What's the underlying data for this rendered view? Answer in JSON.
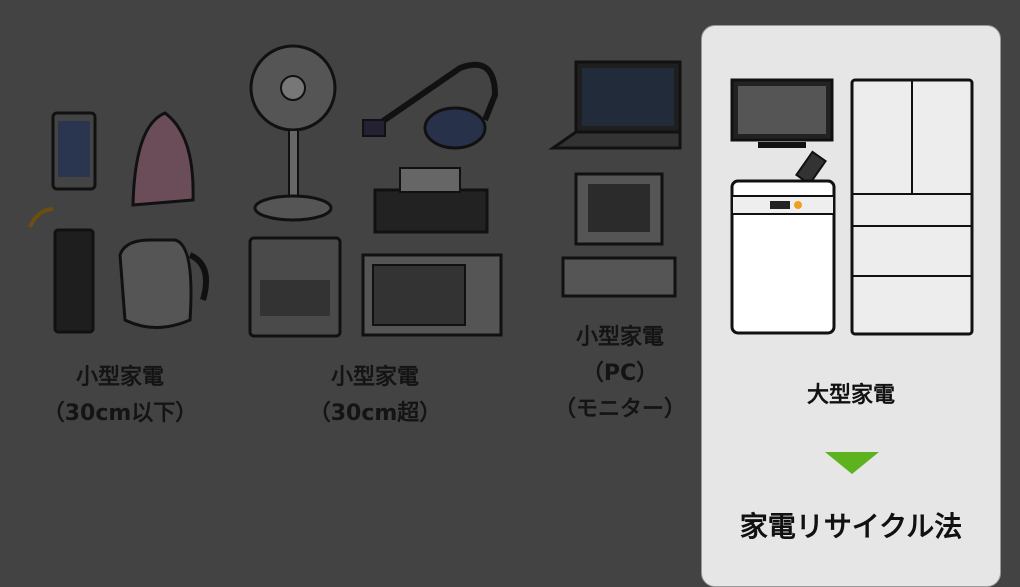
{
  "groups": [
    {
      "line1": "小型家電",
      "line2": "（30cm以下）"
    },
    {
      "line1": "小型家電",
      "line2": "（30cm超）"
    },
    {
      "line1": "小型家電",
      "line2": "（PC）",
      "line3": "（モニター）"
    },
    {
      "line1": "大型家電"
    }
  ],
  "law": "家電リサイクル法",
  "colors": {
    "background": "#434343",
    "panel": "#e6e6e6",
    "arrow": "#5cb31d"
  }
}
